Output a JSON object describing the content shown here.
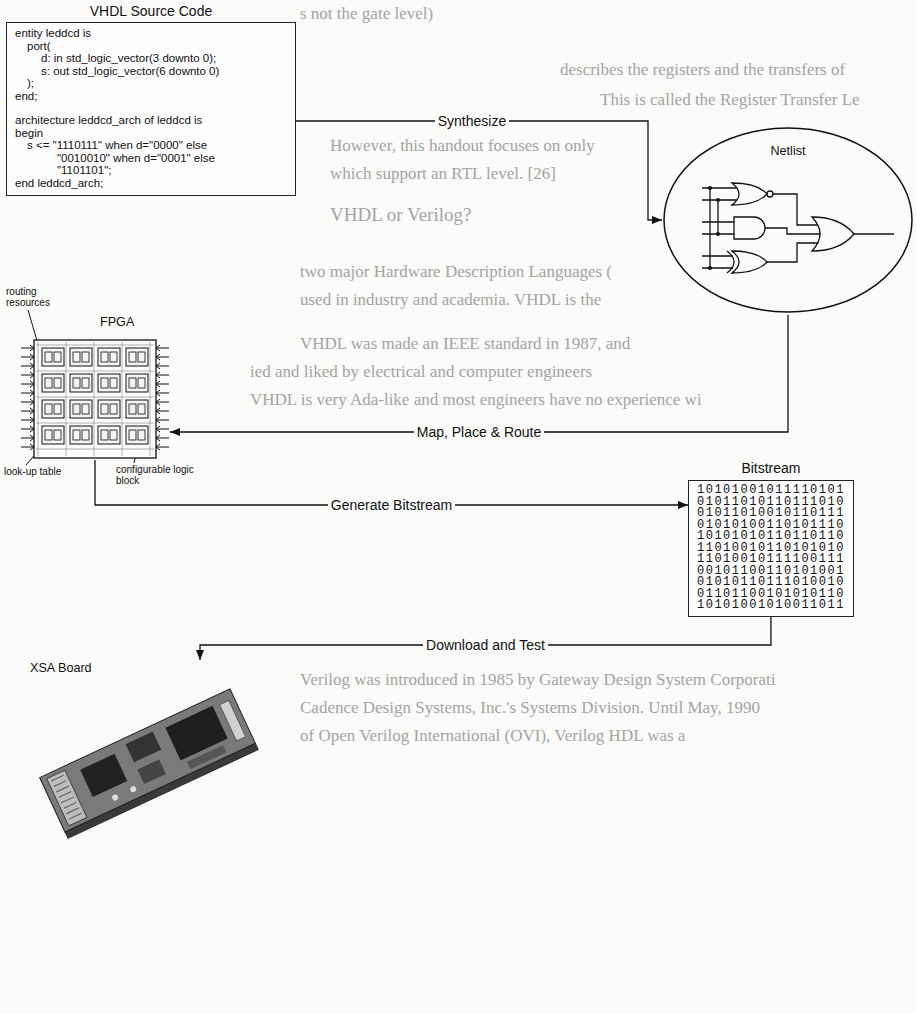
{
  "diagram": {
    "nodes": [
      {
        "text": [
          "VHDL Source Code",
          "entity leddcd is",
          "port(",
          "d: in std_logic_vector(3 downto 0);",
          "s: out std_logic_vector(6 downto 0)",
          ");",
          "end;",
          "architecture leddcd_arch of leddcd is",
          "begin",
          "s <= \"1110111\" when d=\"0000\" else",
          "\"0010010\" when d=\"0001\" else",
          "\"1101101\";",
          "end leddcd_arch;"
        ]
      },
      {
        "text": [
          "Netlist"
        ]
      },
      {
        "text": [
          "FPGA"
        ]
      },
      {
        "text": [
          "Bitstream",
          "10101001011110101",
          "01011010110111010",
          "01011010010110111",
          "01010100110101110",
          "10101010110110110",
          "11010010110101010",
          "11010010111100111",
          "00101100110101001",
          "01010110111010010",
          "01101100101010110",
          "10101001010011011"
        ]
      },
      {
        "text": [
          "XSA Board"
        ]
      }
    ],
    "edges": [
      {
        "from": 0,
        "to": 1,
        "label": "Synthesize",
        "arrow": "to"
      },
      {
        "from": 1,
        "to": 2,
        "label": "Map, Place & Route",
        "arrow": "to"
      },
      {
        "from": 2,
        "to": 3,
        "label": "Generate Bitstream",
        "arrow": "to"
      },
      {
        "from": 3,
        "to": 4,
        "label": "Download and Test",
        "arrow": "to"
      }
    ],
    "labels": [
      "routing resources",
      "look-up table",
      "configurable logic block",
      "s not the gate level)",
      "describes the registers and the transfers of",
      "This is called the Register Transfer Le",
      "However, this handout focuses on only",
      "which support an RTL level. [26]",
      "VHDL or Verilog?",
      "two major Hardware Description Languages (",
      "used in industry and academia. VHDL is the",
      "VHDL was made an IEEE standard in 1987, and",
      "ied and liked by electrical and computer engineers",
      "VHDL is very Ada-like and most engineers have no experience wi",
      "Verilog was introduced in 1985 by Gateway Design System Corporati",
      "Cadence Design Systems, Inc.'s Systems Division. Until May, 1990",
      "of Open Verilog International (OVI), Verilog HDL was a"
    ]
  }
}
